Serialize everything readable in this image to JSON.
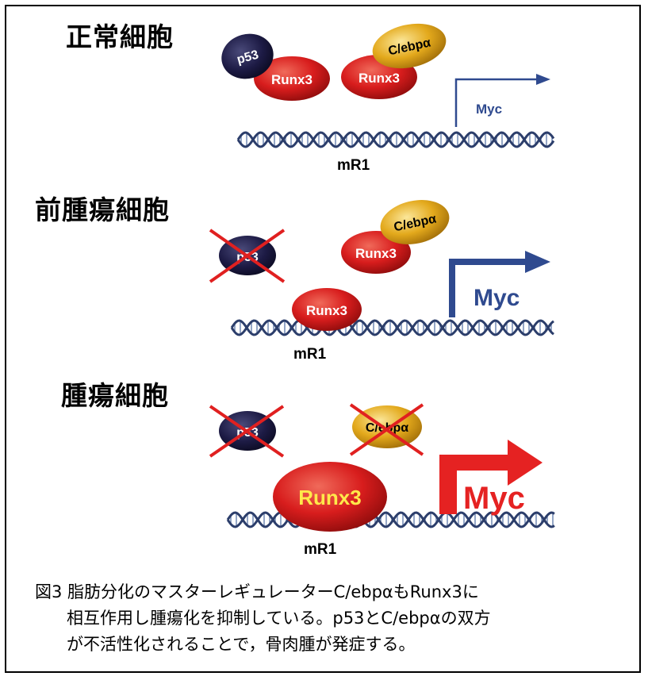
{
  "stages": [
    {
      "title": "正常細胞",
      "proteins": {
        "p53": "p53",
        "runx3_a": "Runx3",
        "runx3_b": "Runx3",
        "cebpa": "C/ebpα"
      },
      "gene": "Myc",
      "dna_label": "mR1",
      "inactivated": []
    },
    {
      "title": "前腫瘍細胞",
      "proteins": {
        "p53": "p53",
        "runx3_a": "Runx3",
        "runx3_b": "Runx3",
        "cebpa": "C/ebpα"
      },
      "gene": "Myc",
      "dna_label": "mR1",
      "inactivated": [
        "p53"
      ]
    },
    {
      "title": "腫瘍細胞",
      "proteins": {
        "p53": "p53",
        "runx3_a": "Runx3",
        "cebpa": "C/ebpα"
      },
      "gene": "Myc",
      "dna_label": "mR1",
      "inactivated": [
        "p53",
        "C/ebpα"
      ]
    }
  ],
  "caption": {
    "lines": [
      "図3  脂肪分化のマスターレギュレーターC/ebpαもRunx3に",
      "相互作用し腫瘍化を抑制している。p53とC/ebpαの双方",
      "が不活性化されることで，骨肉腫が発症する。"
    ]
  },
  "colors": {
    "p53": "#1d1b45",
    "runx3": "#d81d1d",
    "cebpa": "#e3a91c",
    "myc_arrow_normal": "#2f4a8f",
    "myc_arrow_tumor": "#e52222",
    "cross": "#e02020",
    "dna": "#2c3e6b"
  }
}
